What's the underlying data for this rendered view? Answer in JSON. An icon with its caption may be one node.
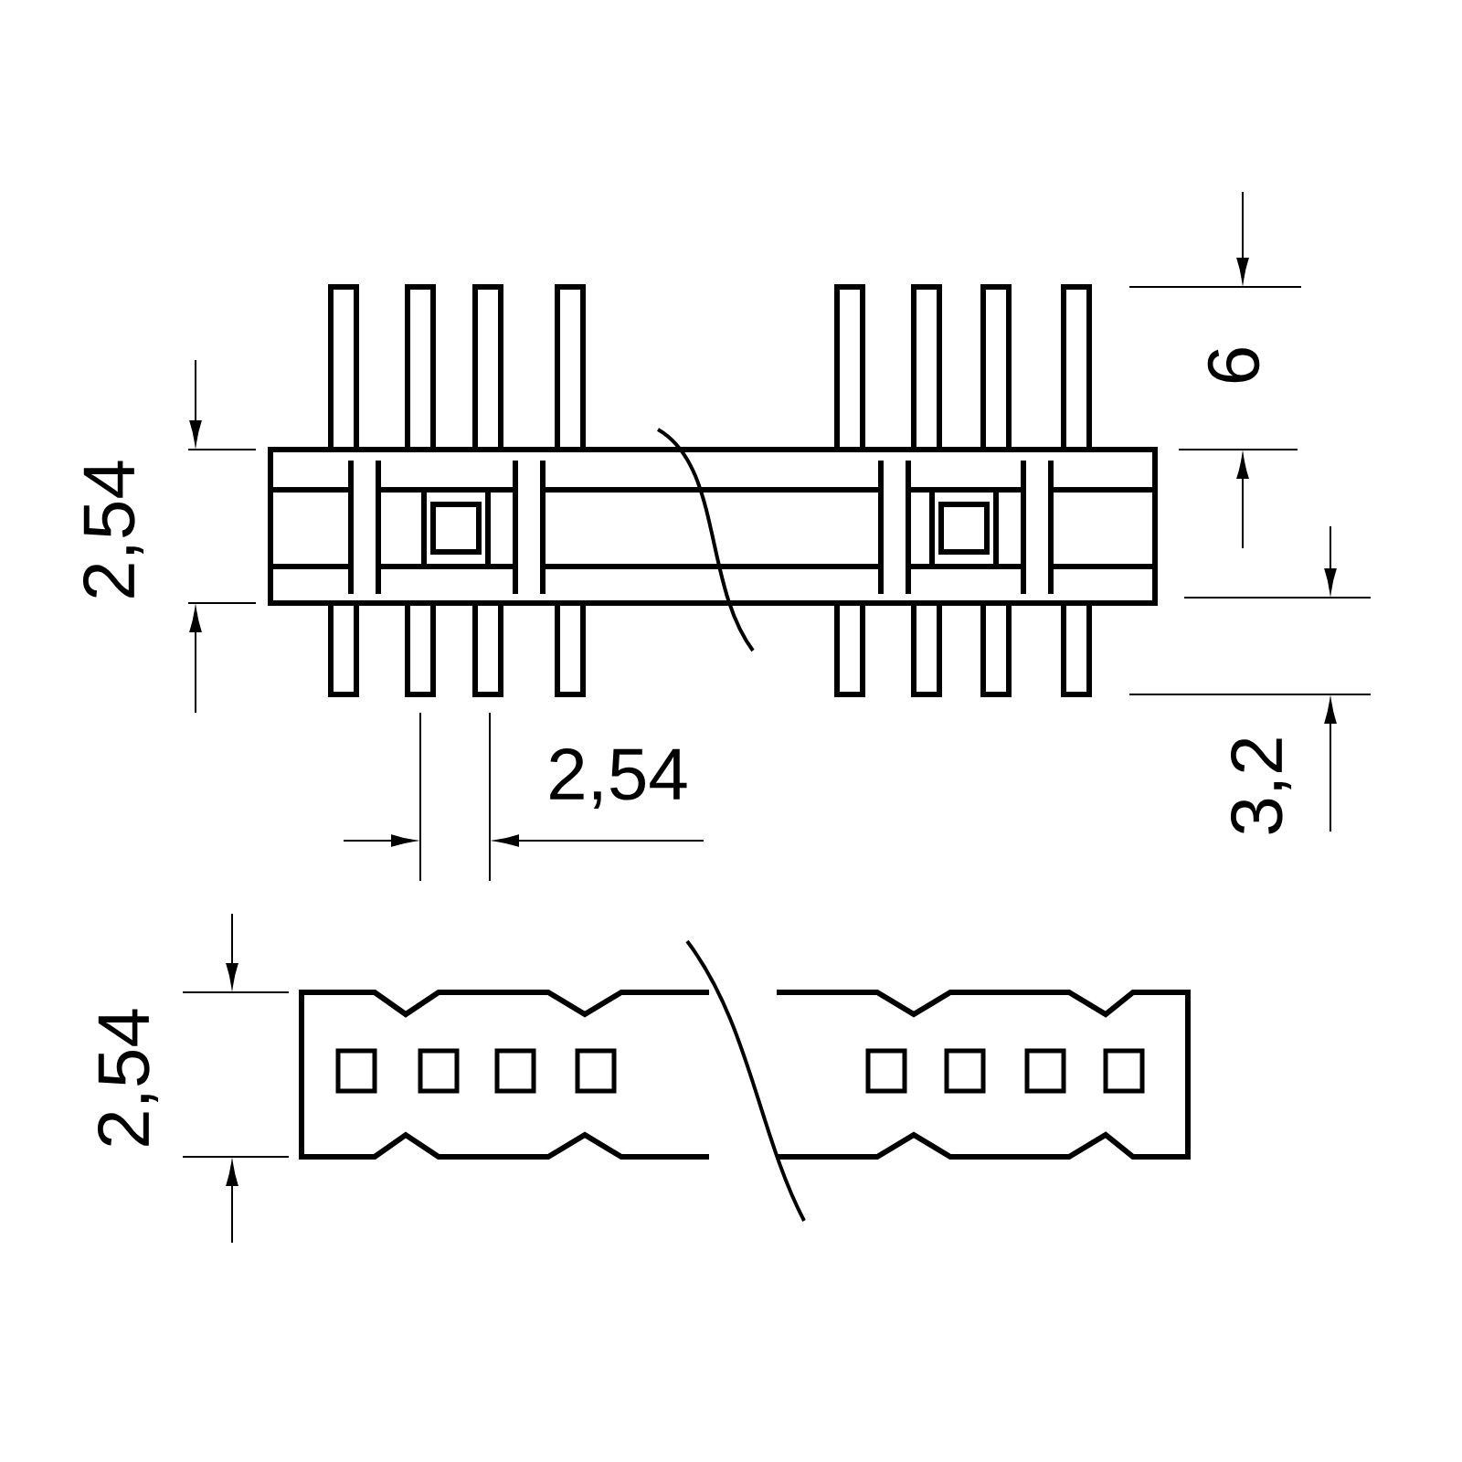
{
  "diagram": {
    "labels": [
      "6",
      "2,54",
      "2,54",
      "3,2",
      "2,54"
    ]
  }
}
